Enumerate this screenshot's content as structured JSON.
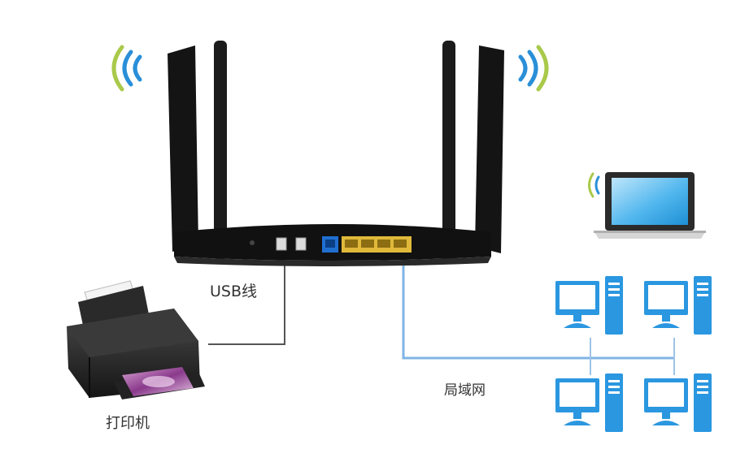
{
  "labels": {
    "usb_cable": "USB线",
    "lan": "局域网",
    "printer": "打印机"
  },
  "icons": {
    "router": "router-icon",
    "printer": "printer-icon",
    "laptop": "laptop-icon",
    "desktop": "desktop-computer-icon",
    "wifi": "wifi-signal-icon"
  },
  "colors": {
    "router_body": "#111111",
    "usb_cable": "#555555",
    "lan_cable": "#7fb4e6",
    "lan_ports": "#e0b93a",
    "wan_port": "#1f6fd1",
    "computer_blue": "#2a97e0",
    "wifi_green": "#a9c94a",
    "wifi_blue": "#2a8fd8"
  }
}
